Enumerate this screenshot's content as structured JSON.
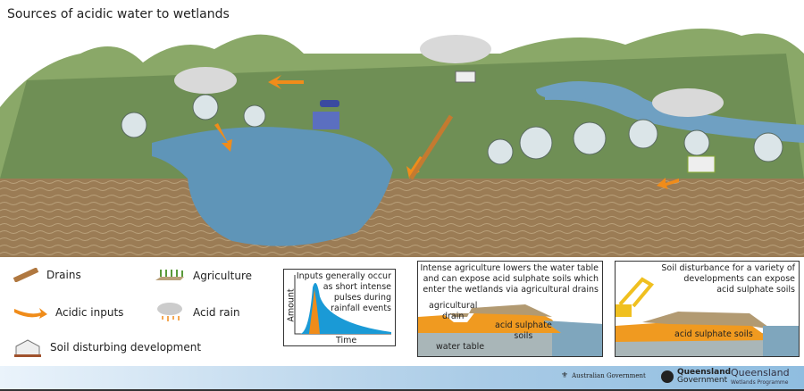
{
  "title": "Sources of acidic water to wetlands",
  "legend": {
    "drains": "Drains",
    "acidic_inputs": "Acidic inputs",
    "soil_development": "Soil disturbing development",
    "agriculture": "Agriculture",
    "acid_rain": "Acid rain"
  },
  "pulse_panel": {
    "text": [
      "Inputs generally occur",
      "as short intense",
      "pulses during",
      "rainfall events"
    ],
    "y_label": "Amount",
    "x_label": "Time"
  },
  "agri_panel": {
    "text": [
      "Intense agriculture lowers the water table",
      "and can expose acid sulphate soils which",
      "enter the wetlands via agricultural drains"
    ],
    "drain_label": [
      "agricultural",
      "drain"
    ],
    "soil_label": [
      "acid sulphate",
      "soils"
    ],
    "water_label": "water table"
  },
  "dev_panel": {
    "text": [
      "Soil disturbance for a variety of",
      "developments can expose",
      "acid sulphate soils"
    ],
    "soil_label": "acid sulphate soils"
  },
  "footer": {
    "logos": [
      "Australian Government",
      [
        "Queensland",
        "Government"
      ],
      [
        "Queensland",
        "Wetlands Programme"
      ]
    ]
  },
  "colors": {
    "hill": "#7a9a5a",
    "soil": "#9a7a52",
    "water": "#5f95b8",
    "acid": "#f08c1a",
    "sky": "#ffffff"
  }
}
